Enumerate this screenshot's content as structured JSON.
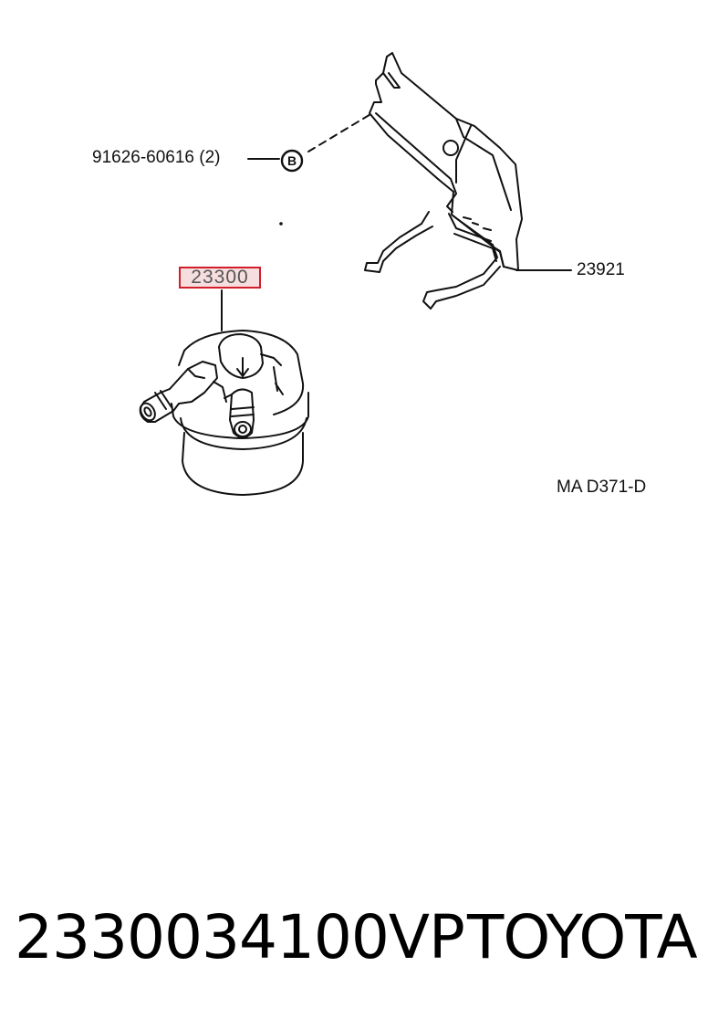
{
  "labels": {
    "bolt": "91626-60616 (2)",
    "bolt_marker": "B",
    "bracket": "23921",
    "filter": "23300",
    "drawing_code": "MA D371-D"
  },
  "footer": {
    "part_number": "2330034100VP",
    "brand": "TOYOTA"
  },
  "colors": {
    "highlight_border": "#d21d2b",
    "highlight_fill": "#f7dede",
    "line": "#111111"
  }
}
